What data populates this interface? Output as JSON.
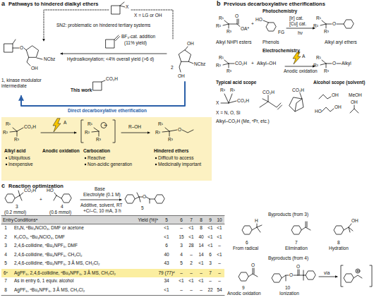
{
  "diagram": {
    "nodes": [
      {
        "text": [
          "R¹",
          "R²",
          "R³",
          "CO₂H",
          "Alkyl acid",
          "Ubiquitous",
          "Inexpensive",
          "A",
          "Anodic oxidation",
          "R¹",
          "R²",
          "R³",
          "+",
          "Carbocation",
          "Reactive",
          "Non-acidic generation",
          "R–OH",
          "R¹",
          "R²",
          "R³",
          "O",
          "Hindered ethers",
          "Difficult to access",
          "Medicinally important"
        ]
      },
      {
        "text": [
          "Entry",
          "Conditionsᵃ",
          "Yield (%)ᵇ",
          "5",
          "6",
          "7",
          "8",
          "9",
          "10"
        ]
      },
      {
        "text": [
          "6ᶜ",
          "AgPF₆, 2,4,6-collidine, ⁿBu₄NPF₆, 3 Å MS, CH₂Cl₂",
          "79 (77)ᵈ",
          "–",
          "–",
          "–",
          "7",
          "–"
        ]
      }
    ],
    "labels": [
      "a",
      "Pathways to hindered dialkyl ethers",
      "X",
      "X = LG or OH",
      "SN2: problematic on hindered tertiary systems",
      "BF₃-cat. addition",
      "(11% yield)",
      "Hydroalkoxylation; <4% overall yield (>6 d)",
      "O",
      "NCbz",
      "OH",
      "1, kinase modulator intermediate",
      "2",
      "OH",
      "NCbz",
      "OH",
      "This work",
      "CO₂H",
      "Direct decarboxylative etherification",
      "b",
      "Previous decarboxylative etherifications",
      "Photochemistry",
      "R¹",
      "R²",
      "R³",
      "O",
      "OA*",
      "+",
      "HO",
      "FG",
      "[Ir] cat.",
      "[Cu] cat.",
      "hν",
      "R¹",
      "R²",
      "R³",
      "O",
      "Alkyl NHPI esters",
      "Phenols",
      "Alkyl aryl ethers",
      "Electrochemistry",
      "R¹",
      "R²",
      "R³",
      "CO₂H",
      "+",
      "Alkyl–OH",
      "A",
      "Anodic oxidation",
      "R¹",
      "R²",
      "R³",
      "O",
      "Alkyl",
      "Typical acid scope",
      "Alcohol scope (solvent)",
      "R²",
      "R¹",
      "X",
      "CO₂H",
      "X = N, O, Si",
      "CO₂H",
      "CO₂H",
      "Alkyl–CO₂H (Me, ⁿPr, etc.)",
      "OH",
      "MeOH",
      "HO",
      "OH",
      "OH",
      "c",
      "Reaction optimization",
      "CO₂H",
      "3",
      "(0.2 mmol)",
      "+",
      "HO",
      "4",
      "(0.6 mmol)",
      "Base",
      "Electrolyte (0.1 M)",
      "Additive, solvent, RT",
      "+C/–C, 10 mA, 3 h",
      "O",
      "5",
      "1",
      "Et₃N, ⁿBu₄NClO₄, DMF or acetone",
      "<1",
      "–",
      "<1",
      "8",
      "<1",
      "<1",
      "2",
      "K₂CO₃, ⁿBu₄NClO₄, DMF",
      "<1",
      "15",
      "<1",
      "40",
      "<1",
      "<1",
      "3",
      "2,4,6-collidine, ⁿBu₄NPF₆, DMF",
      "6",
      "3",
      "28",
      "14",
      "<1",
      "–",
      "4",
      "2,4,6-collidine, ⁿBu₄NPF₆, CH₂Cl₂",
      "40",
      "4",
      "–",
      "14",
      "6",
      "<1",
      "5",
      "2,4,6-collidine, ⁿBu₄NPF₆, 3 Å MS, CH₂Cl₂",
      "43",
      "5",
      "2",
      "<1",
      "3",
      "–",
      "7",
      "As in entry 6, 1 equiv. alcohol",
      "34",
      "<1",
      "<1",
      "<1",
      "–",
      "–",
      "8",
      "AgPF₆, ⁿBu₄NPF₆, 3 Å MS, CH₂Cl₂",
      "<1",
      "–",
      "–",
      "–",
      "22",
      "54",
      "Byproducts (from 3)",
      "H",
      "OH",
      "6",
      "From radical",
      "7",
      "Elimination",
      "8",
      "Hydration",
      "Byproducts (from 4)",
      "O",
      "O",
      "O",
      "via",
      "9",
      "Anodic oxidation",
      "10",
      "Ionization"
    ]
  }
}
